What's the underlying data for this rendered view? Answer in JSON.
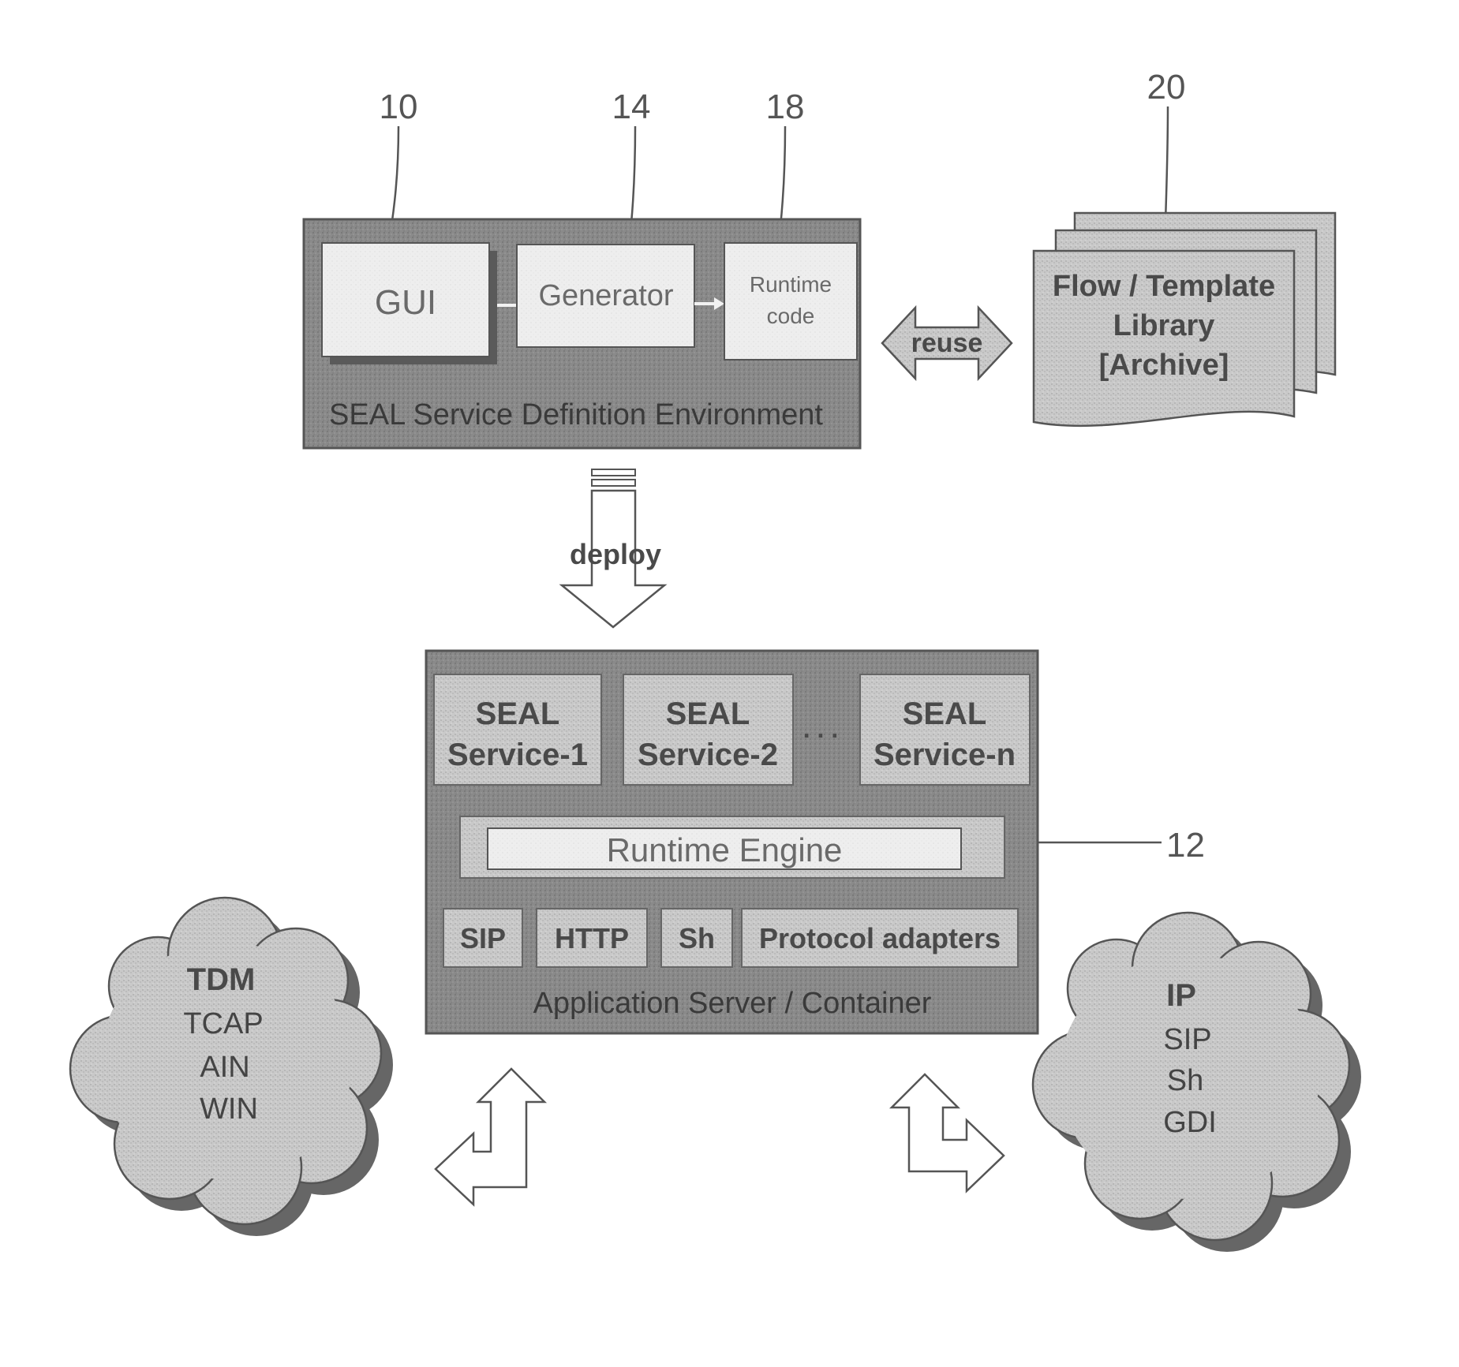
{
  "refs": {
    "gui": "10",
    "generator": "14",
    "runtime_code": "18",
    "library": "20",
    "runtime_engine": "12"
  },
  "sde": {
    "caption": "SEAL Service Definition Environment",
    "gui_label": "GUI",
    "generator_label": "Generator",
    "runtime_code_line1": "Runtime",
    "runtime_code_line2": "code"
  },
  "library": {
    "line1": "Flow / Template",
    "line2": "Library",
    "line3": "[Archive]"
  },
  "arrows": {
    "reuse": "reuse",
    "deploy": "deploy"
  },
  "app_server": {
    "caption": "Application Server / Container",
    "services": [
      {
        "line1": "SEAL",
        "line2": "Service-1"
      },
      {
        "line1": "SEAL",
        "line2": "Service-2"
      },
      {
        "line1": "SEAL",
        "line2": "Service-n"
      }
    ],
    "ellipsis": ". . .",
    "runtime_engine": "Runtime Engine",
    "adapters": [
      "SIP",
      "HTTP",
      "Sh",
      "Protocol adapters"
    ]
  },
  "tdm_cloud": {
    "title": "TDM",
    "items": [
      "TCAP",
      "AIN",
      "WIN"
    ]
  },
  "ip_cloud": {
    "title": "IP",
    "items": [
      "SIP",
      "Sh",
      "GDI"
    ]
  }
}
